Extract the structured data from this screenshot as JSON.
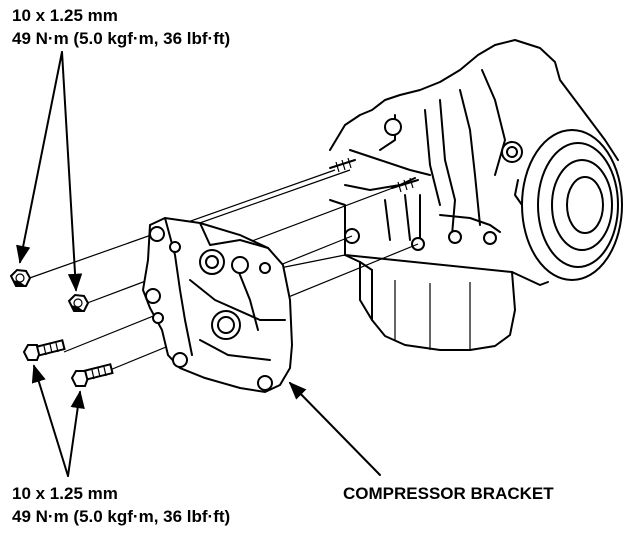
{
  "callouts": {
    "top": {
      "size": "10 x 1.25 mm",
      "torque": "49 N·m (5.0 kgf·m, 36 lbf·ft)"
    },
    "bottom": {
      "size": "10 x 1.25 mm",
      "torque": "49 N·m (5.0 kgf·m, 36 lbf·ft)"
    },
    "part_label": "COMPRESSOR BRACKET"
  },
  "icons": [
    "nut-icon",
    "bolt-icon",
    "arrow-icon"
  ]
}
